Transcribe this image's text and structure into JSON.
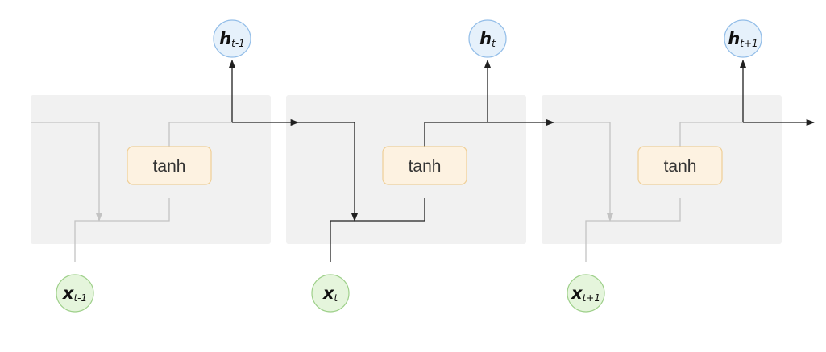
{
  "cells": [
    {
      "id": "t-minus-1",
      "gate_label": "tanh",
      "hidden": {
        "symbol": "h",
        "subscript": "t-1"
      },
      "input": {
        "symbol": "x",
        "subscript": "t-1"
      },
      "highlighted": false
    },
    {
      "id": "t",
      "gate_label": "tanh",
      "hidden": {
        "symbol": "h",
        "subscript": "t"
      },
      "input": {
        "symbol": "x",
        "subscript": "t"
      },
      "highlighted": true
    },
    {
      "id": "t-plus-1",
      "gate_label": "tanh",
      "hidden": {
        "symbol": "h",
        "subscript": "t+1"
      },
      "input": {
        "symbol": "x",
        "subscript": "t+1"
      },
      "highlighted": false
    }
  ],
  "colors": {
    "cell_background": "#f1f1f1",
    "gate_fill": "#fdf2e1",
    "gate_border": "#efcf97",
    "hidden_node_fill": "#e6f1fb",
    "hidden_node_border": "#92bde8",
    "input_node_fill": "#e5f5dc",
    "input_node_border": "#9ed08a",
    "active_wire": "#202020",
    "inactive_wire": "#c3c3c3"
  }
}
